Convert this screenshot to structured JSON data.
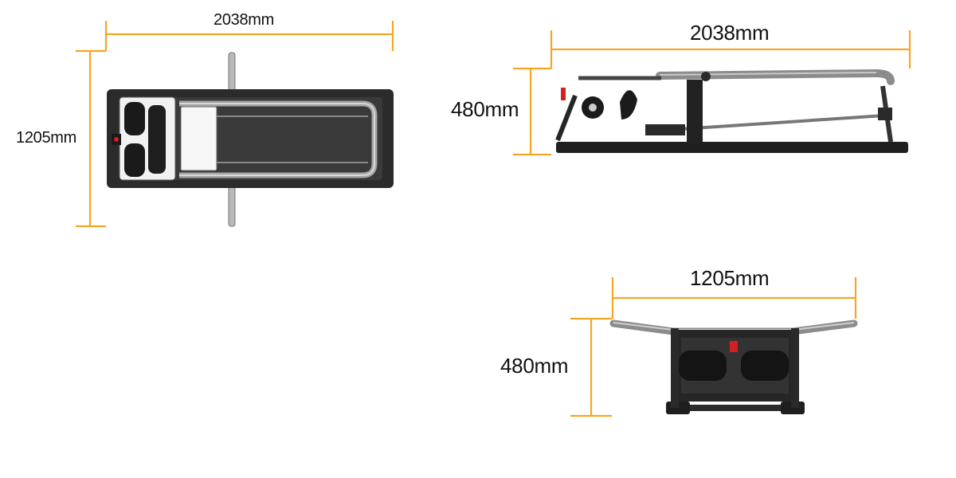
{
  "accent_color": "#F5A623",
  "frame_color": "#2b2b2b",
  "rail_color": "#9a9a9a",
  "top_view": {
    "width_label": "2038mm",
    "depth_label": "1205mm"
  },
  "side_view": {
    "width_label": "2038mm",
    "height_label": "480mm"
  },
  "front_view": {
    "width_label": "1205mm",
    "height_label": "480mm"
  }
}
